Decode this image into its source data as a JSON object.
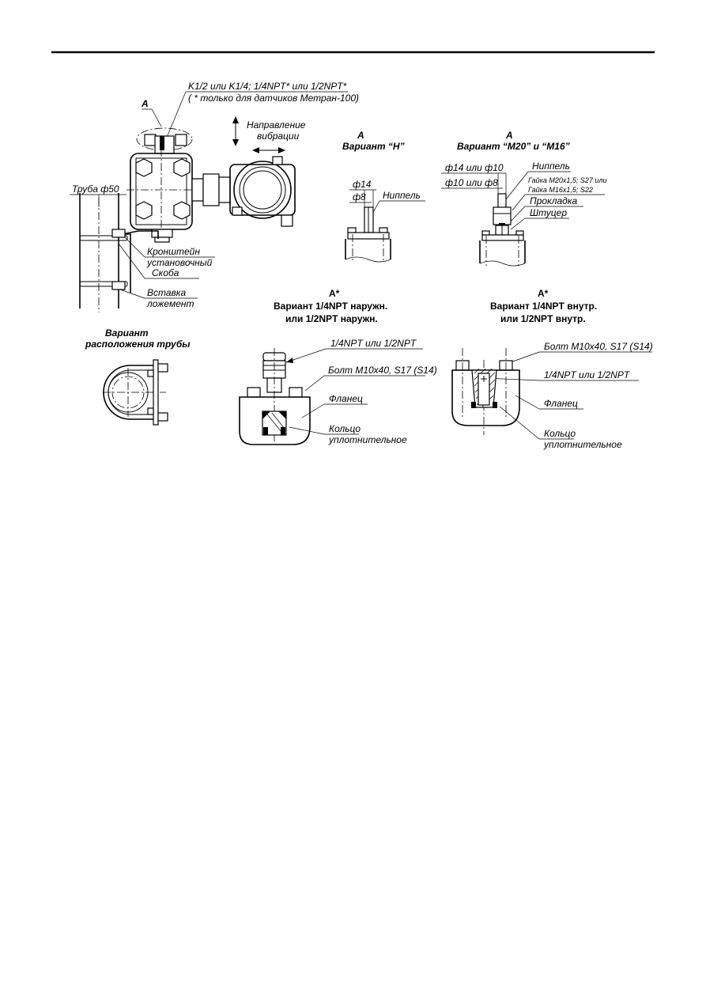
{
  "main_view": {
    "thread_label": "K1/2 или K1/4; 1/4NPT* или 1/2NPT*",
    "thread_note": "( * только для датчиков Метран-100)",
    "view_marker": "А",
    "vibration_line1": "Направление",
    "vibration_line2": "вибрации",
    "pipe_label": "Труба ф50",
    "bracket_line1": "Кронштейн",
    "bracket_line2": "установочный",
    "clamp_label": "Скоба",
    "insert_line1": "Вставка",
    "insert_line2": "ложемент"
  },
  "pipe_variant": {
    "line1": "Вариант",
    "line2": "расположения трубы"
  },
  "variant_h": {
    "marker": "А",
    "title": "Вариант “Н”",
    "dim_outer": "ф14",
    "dim_inner": "ф8",
    "nipple_label": "Ниппель"
  },
  "variant_m": {
    "marker": "А",
    "title": "Вариант “М20” и “М16”",
    "dim_outer": "ф14 или ф10",
    "dim_inner": "ф10 или ф8",
    "nipple_label": "Ниппель",
    "nut_line1": "Гайка М20х1,5; S27 или",
    "nut_line2": "Гайка М16х1,5; S22",
    "gasket_label": "Прокладка",
    "fitting_label": "Штуцер"
  },
  "variant_npt_ext": {
    "marker": "А*",
    "title_line1": "Вариант 1/4NPT наружн.",
    "title_line2": "или 1/2NPT наружн.",
    "thread_label": "1/4NPT или 1/2NPT",
    "bolt_label": "Болт М10х40, S17 (S14)",
    "flange_label": "Фланец",
    "ring_line1": "Кольцо",
    "ring_line2": "уплотнительное"
  },
  "variant_npt_int": {
    "marker": "А*",
    "title_line1": "Вариант  1/4NPT внутр.",
    "title_line2": "или 1/2NPT внутр.",
    "bolt_label": "Болт М10х40, S17 (S14)",
    "thread_label": "1/4NPT или 1/2NPT",
    "flange_label": "Фланец",
    "ring_line1": "Кольцо",
    "ring_line2": "уплотнительное"
  }
}
